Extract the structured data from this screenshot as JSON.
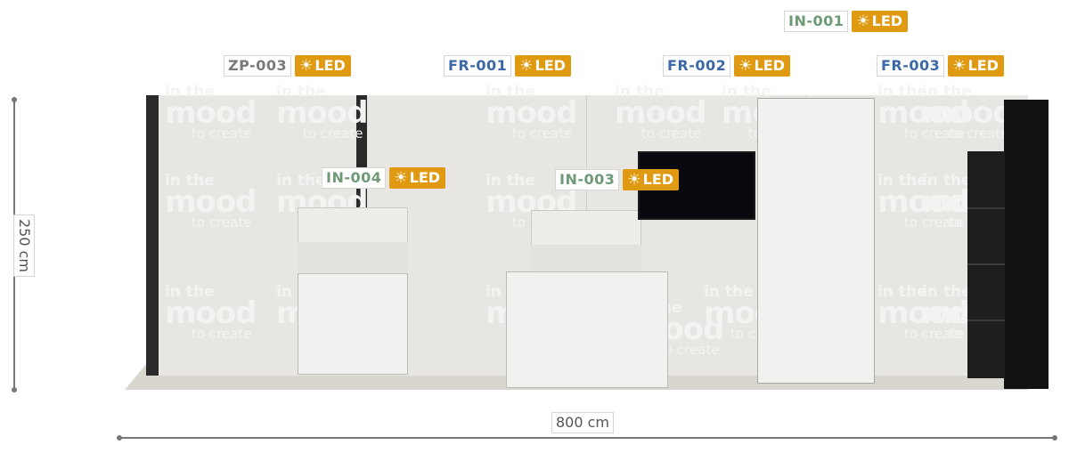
{
  "colors": {
    "led_badge": "#e09a12",
    "code_grey": "#7a7a7a",
    "code_blue": "#3d68a8",
    "code_green": "#6e9a78"
  },
  "labels": [
    {
      "id": "zp003",
      "code": "ZP-003",
      "led": "LED",
      "color": "#7a7a7a"
    },
    {
      "id": "fr001",
      "code": "FR-001",
      "led": "LED",
      "color": "#3d68a8"
    },
    {
      "id": "fr002",
      "code": "FR-002",
      "led": "LED",
      "color": "#3d68a8"
    },
    {
      "id": "fr003",
      "code": "FR-003",
      "led": "LED",
      "color": "#3d68a8"
    },
    {
      "id": "in001",
      "code": "IN-001",
      "led": "LED",
      "color": "#6e9a78"
    },
    {
      "id": "in004",
      "code": "IN-004",
      "led": "LED",
      "color": "#6e9a78"
    },
    {
      "id": "in003",
      "code": "IN-003",
      "led": "LED",
      "color": "#6e9a78"
    }
  ],
  "led_icon": "sun-icon",
  "led_glyph": "☀",
  "dimensions": {
    "height": "250 cm",
    "width": "800 cm"
  },
  "watermark": {
    "line1": "in the",
    "line2": "mood",
    "line3": "to create"
  }
}
